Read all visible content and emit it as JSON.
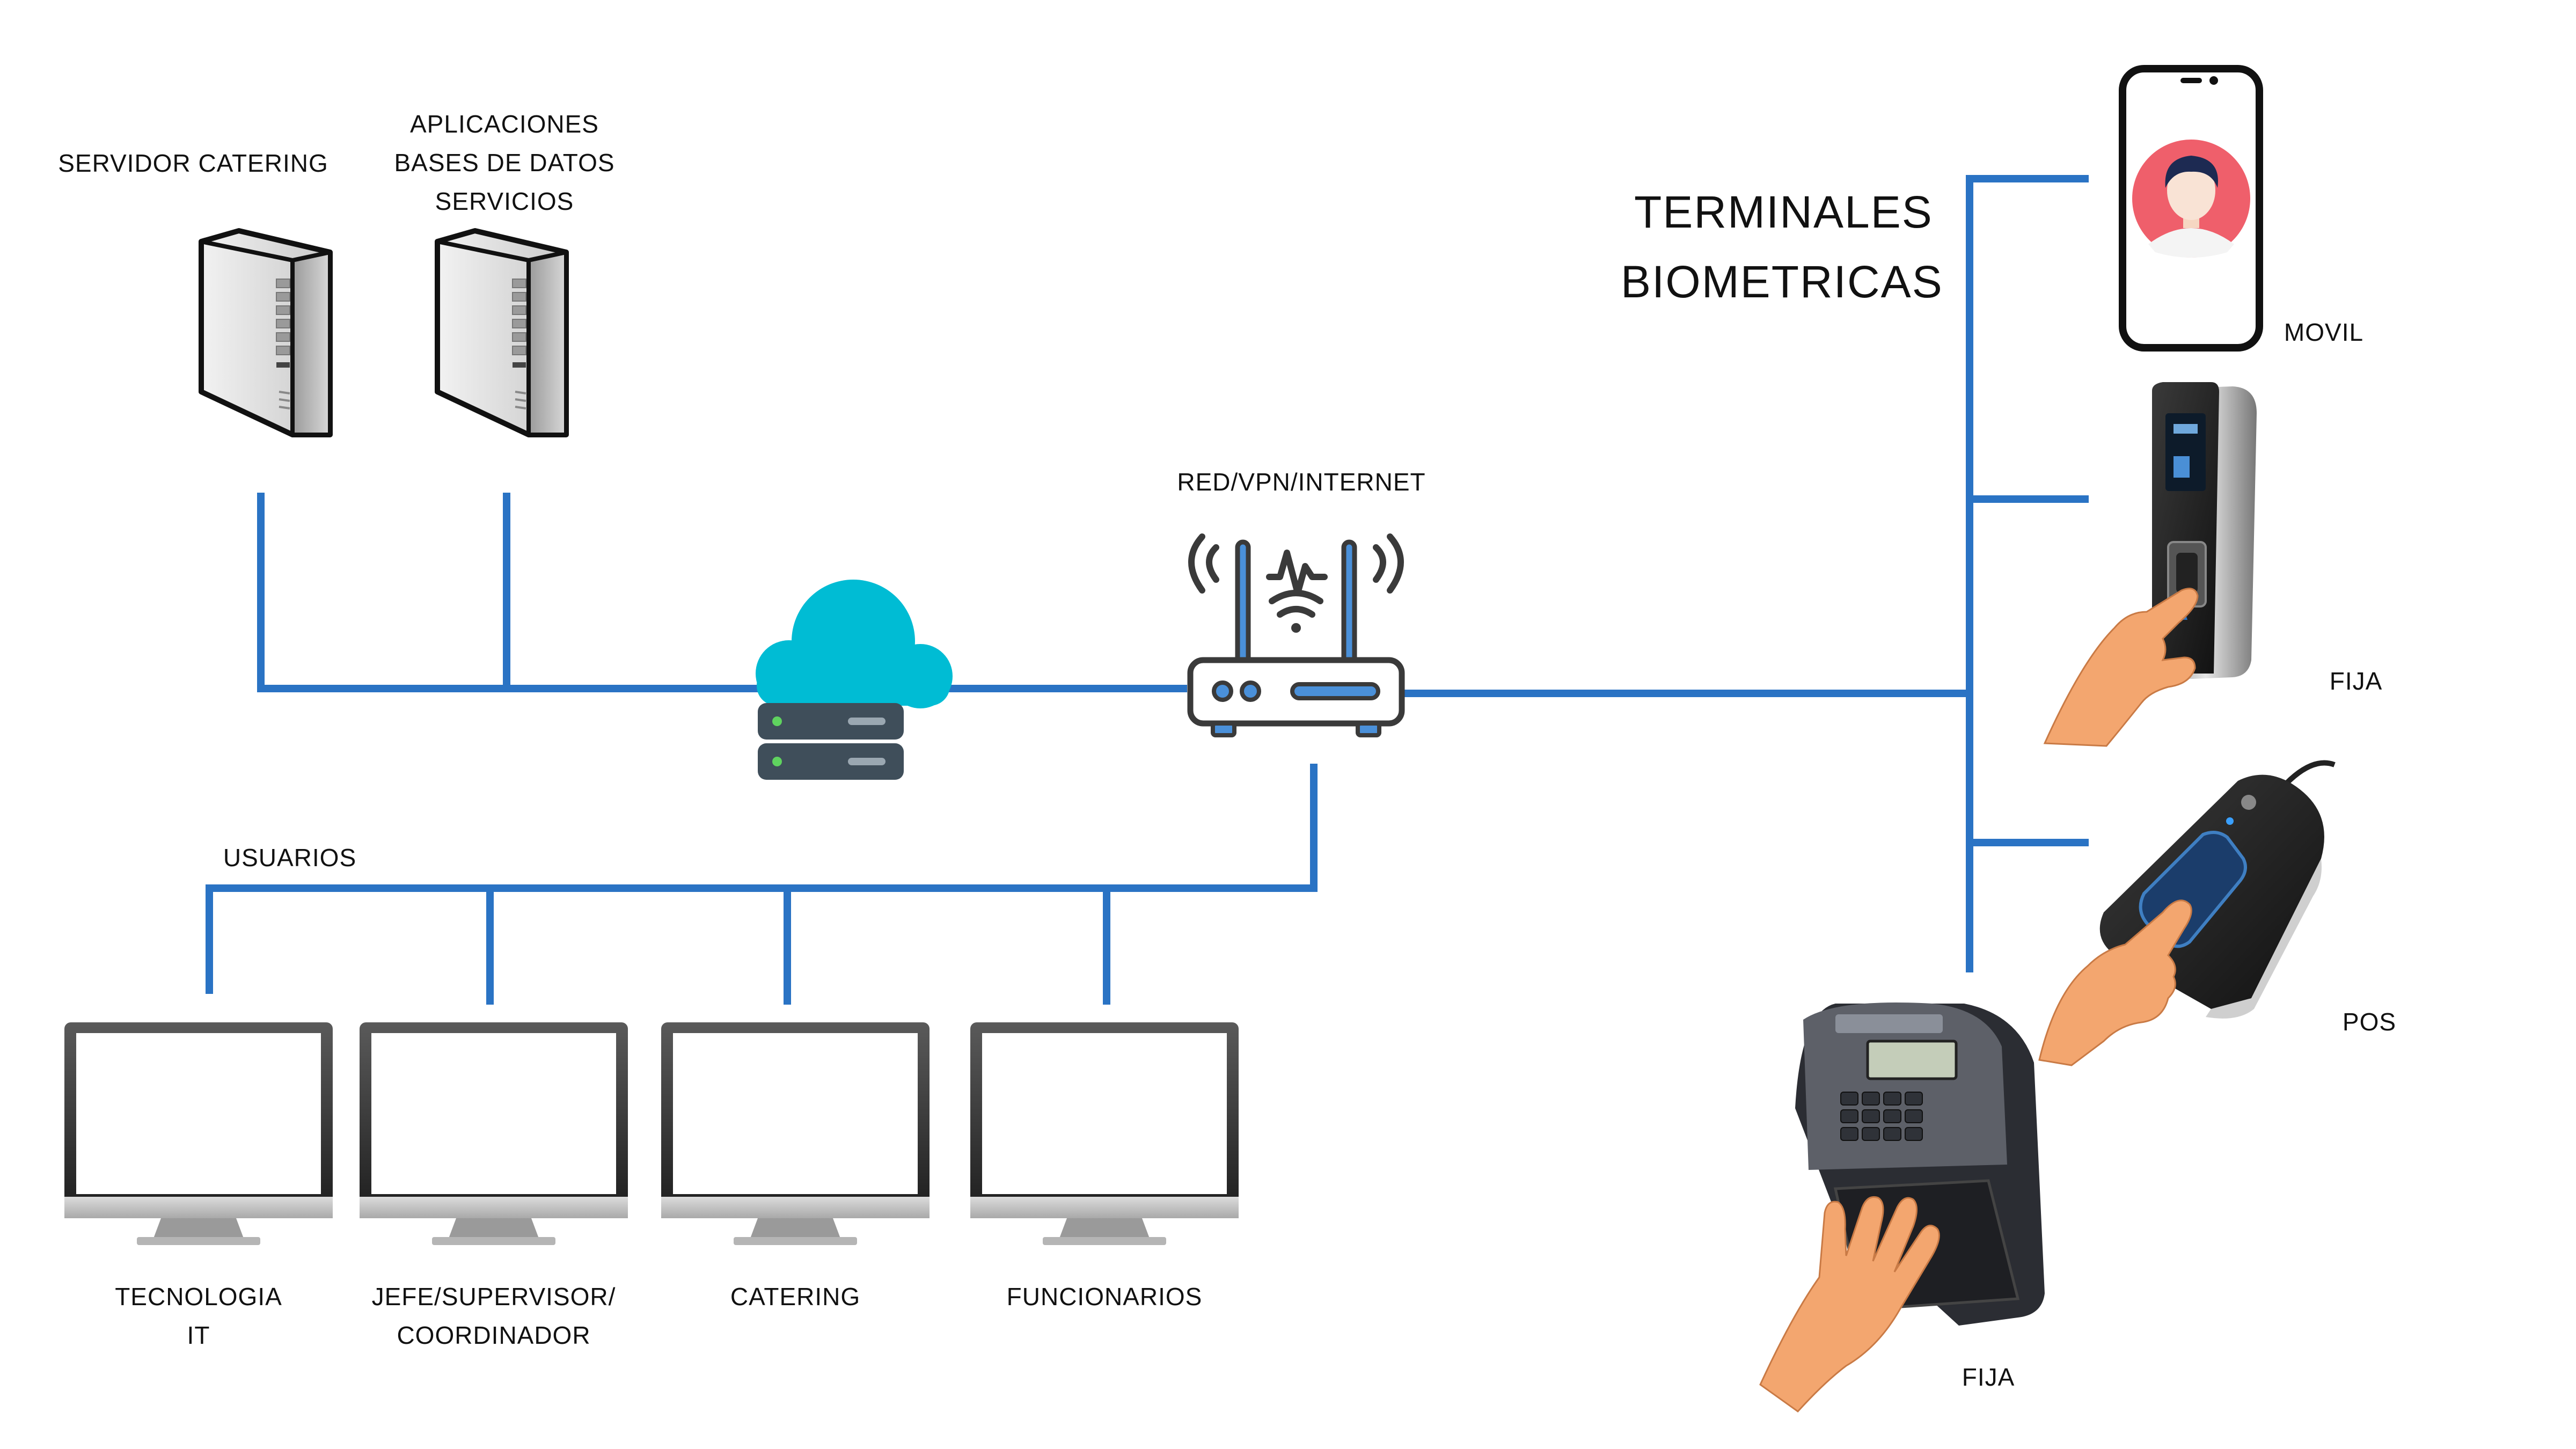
{
  "servers": {
    "catering_label": "SERVIDOR CATERING",
    "apps_lines": [
      "APLICACIONES",
      "BASES DE DATOS",
      "SERVICIOS"
    ]
  },
  "network": {
    "router_label": "RED/VPN/INTERNET"
  },
  "users": {
    "group_label": "USUARIOS",
    "terminals": [
      {
        "lines": [
          "TECNOLOGIA",
          "IT"
        ]
      },
      {
        "lines": [
          "JEFE/SUPERVISOR/",
          "COORDINADOR"
        ]
      },
      {
        "lines": [
          "CATERING"
        ]
      },
      {
        "lines": [
          "FUNCIONARIOS"
        ]
      }
    ]
  },
  "biometric": {
    "title_lines": [
      "TERMINALES",
      "BIOMETRICAS"
    ],
    "devices": [
      {
        "label": "MOVIL"
      },
      {
        "label": "FIJA"
      },
      {
        "label": "POS"
      },
      {
        "label": "FIJA"
      }
    ]
  },
  "colors": {
    "line": "#2a73c4",
    "cloud": "#00bcd4",
    "rack": "#3f4e5a",
    "router_accent": "#4a90d9",
    "skin": "#f3a66f",
    "avatar_bg": "#ef5f6b"
  }
}
